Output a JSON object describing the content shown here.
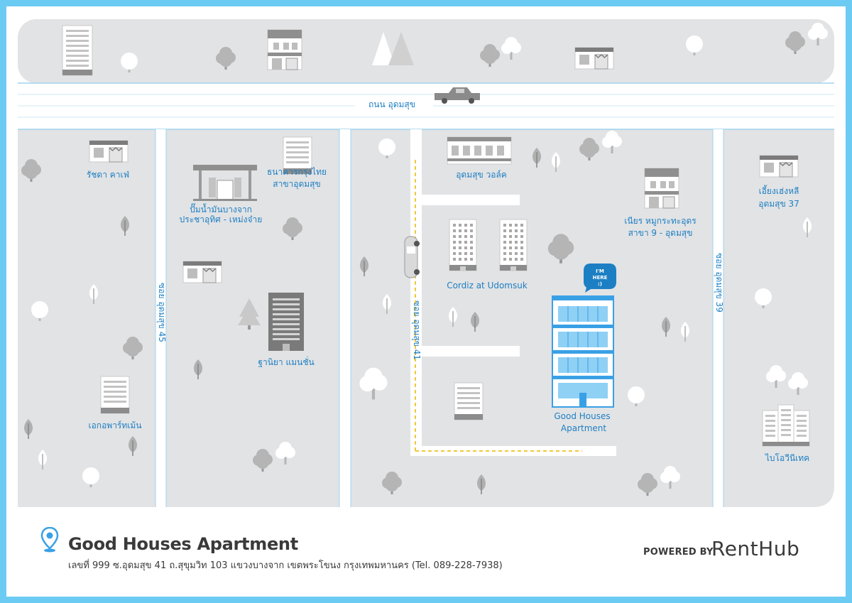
{
  "map": {
    "roads": {
      "main_road": "ถนน อุดมสุข",
      "soi_45": "ซอย อุดมสุข 45",
      "soi_41": "ซอย อุดมสุข 41",
      "soi_39": "ซอย อุดมสุข 39"
    },
    "places": {
      "rachada_cafe": "รัชดา คาเฟ่",
      "gas_station_1": "ปั๊มน้ำมันบางจาก",
      "gas_station_2": "ประชาอุทิศ - เหม่งจ๋าย",
      "bank_1": "ธนาคารกรุงไทย",
      "bank_2": "สาขาอุดมสุข",
      "udomsuk_walk": "อุดมสุข วอล์ค",
      "pork_1": "เนียร หมูกระทะอุดร",
      "pork_2": "สาขา 9 - อุดมสุข",
      "yuenghong_1": "เอี้ยงเฮ่งหลี",
      "yuenghong_2": "อุดมสุข 37",
      "cordiz": "Cordiz at Udomsuk",
      "thanniya": "ฐานิยา แมนชั่น",
      "ekapark": "เอกอพาร์ทเม้น",
      "good_houses_1": "Good Houses",
      "good_houses_2": "Apartment",
      "bio_one": "ไบโอวีนีเทค"
    },
    "marker": {
      "line1": "I'M",
      "line2": "HERE",
      "line3": ":)"
    }
  },
  "footer": {
    "title": "Good Houses Apartment",
    "address": "เลขที่ 999 ซ.อุดมสุข 41 ถ.สุขุมวิท 103 แขวงบางจาก เขตพระโขนง กรุงเทพมหานคร (Tel. 089-228-7938)",
    "powered_by": "POWERED BY",
    "brand": "RentHub"
  },
  "colors": {
    "frame": "#6ccbf2",
    "block": "#e2e3e5",
    "road_line": "#9fd3ee",
    "label": "#1d7fc3",
    "highlight_building": "#3aa0e6",
    "route": "#f3c63a",
    "text_dark": "#3a3a3a"
  },
  "icons": [
    "location-pin-icon",
    "car-icon",
    "tree-icon",
    "gas-station-icon",
    "shop-icon",
    "building-icon"
  ]
}
